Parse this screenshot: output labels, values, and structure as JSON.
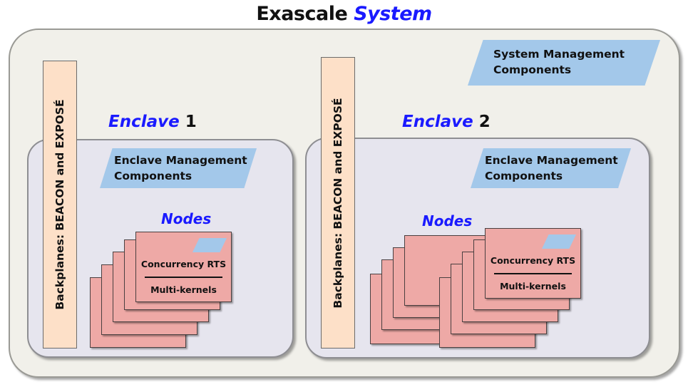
{
  "title": {
    "main": "Exascale",
    "emphasis": "System"
  },
  "system_management": {
    "line1": "System Management",
    "line2": "Components"
  },
  "enclaves": [
    {
      "label_emphasis": "Enclave",
      "label_number": "1",
      "backplane": "Backplanes:   BEACON and EXPOSÉ",
      "management": {
        "line1": "Enclave Management",
        "line2": "Components"
      },
      "nodes_label": "Nodes",
      "node_stack_count": 5,
      "node": {
        "runtime": "Concurrency RTS",
        "kernel": "Multi-kernels"
      }
    },
    {
      "label_emphasis": "Enclave",
      "label_number": "2",
      "backplane": "Backplanes:   BEACON and EXPOSÉ",
      "management": {
        "line1": "Enclave Management",
        "line2": "Components"
      },
      "nodes_label": "Nodes",
      "node_stack_count": 9,
      "node": {
        "runtime": "Concurrency RTS",
        "kernel": "Multi-kernels"
      }
    }
  ],
  "colors": {
    "emphasis_blue": "#1a1aff",
    "system_bg": "#f1f0ea",
    "enclave_bg": "#e6e5ee",
    "backplane_bg": "#fde0c8",
    "management_bg": "#a3c8ea",
    "node_bg": "#eea9a6"
  }
}
